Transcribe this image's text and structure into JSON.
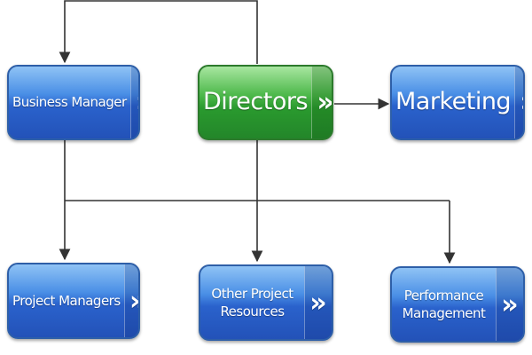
{
  "nodes": {
    "directors": {
      "label": "Directors"
    },
    "business_manager": {
      "label": "Business Manager"
    },
    "marketing": {
      "label": "Marketing"
    },
    "project_managers": {
      "label": "Project Managers"
    },
    "other_project_resources": {
      "line1": "Other Project",
      "line2": "Resources"
    },
    "performance_management": {
      "line1": "Performance",
      "line2": "Management"
    }
  },
  "colors": {
    "directors_fill": "#2e9a2e",
    "node_fill": "#2f6bd1",
    "connector": "#333333"
  },
  "icons": {
    "node_chevron": "double-chevron-right-icon"
  }
}
